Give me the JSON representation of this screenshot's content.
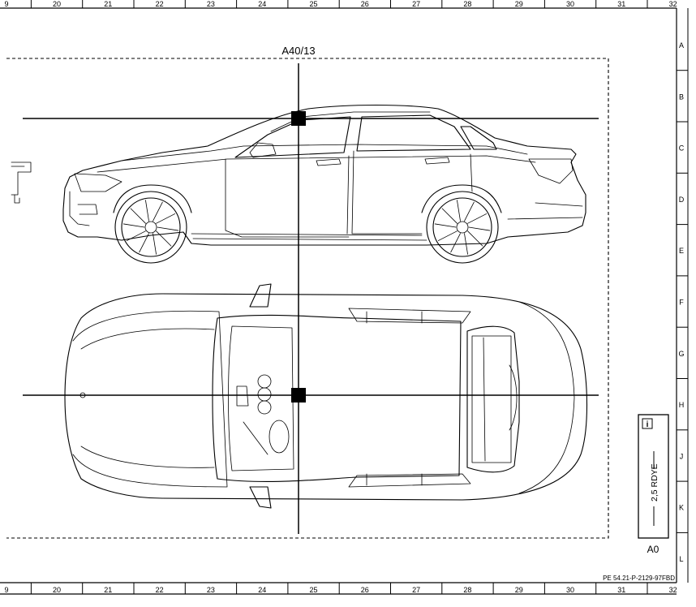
{
  "sheet": {
    "columns": [
      "9",
      "20",
      "21",
      "22",
      "23",
      "24",
      "25",
      "26",
      "27",
      "28",
      "29",
      "30",
      "31",
      "32"
    ],
    "rows": [
      "A",
      "B",
      "C",
      "D",
      "E",
      "F",
      "G",
      "H",
      "J",
      "K",
      "L"
    ]
  },
  "component_label": "A40/13",
  "wire": {
    "info_icon": "info-icon",
    "code": "2,5 RDYE",
    "connector": "A0"
  },
  "document_id": "PE 54.21-P-2129-97FBD"
}
